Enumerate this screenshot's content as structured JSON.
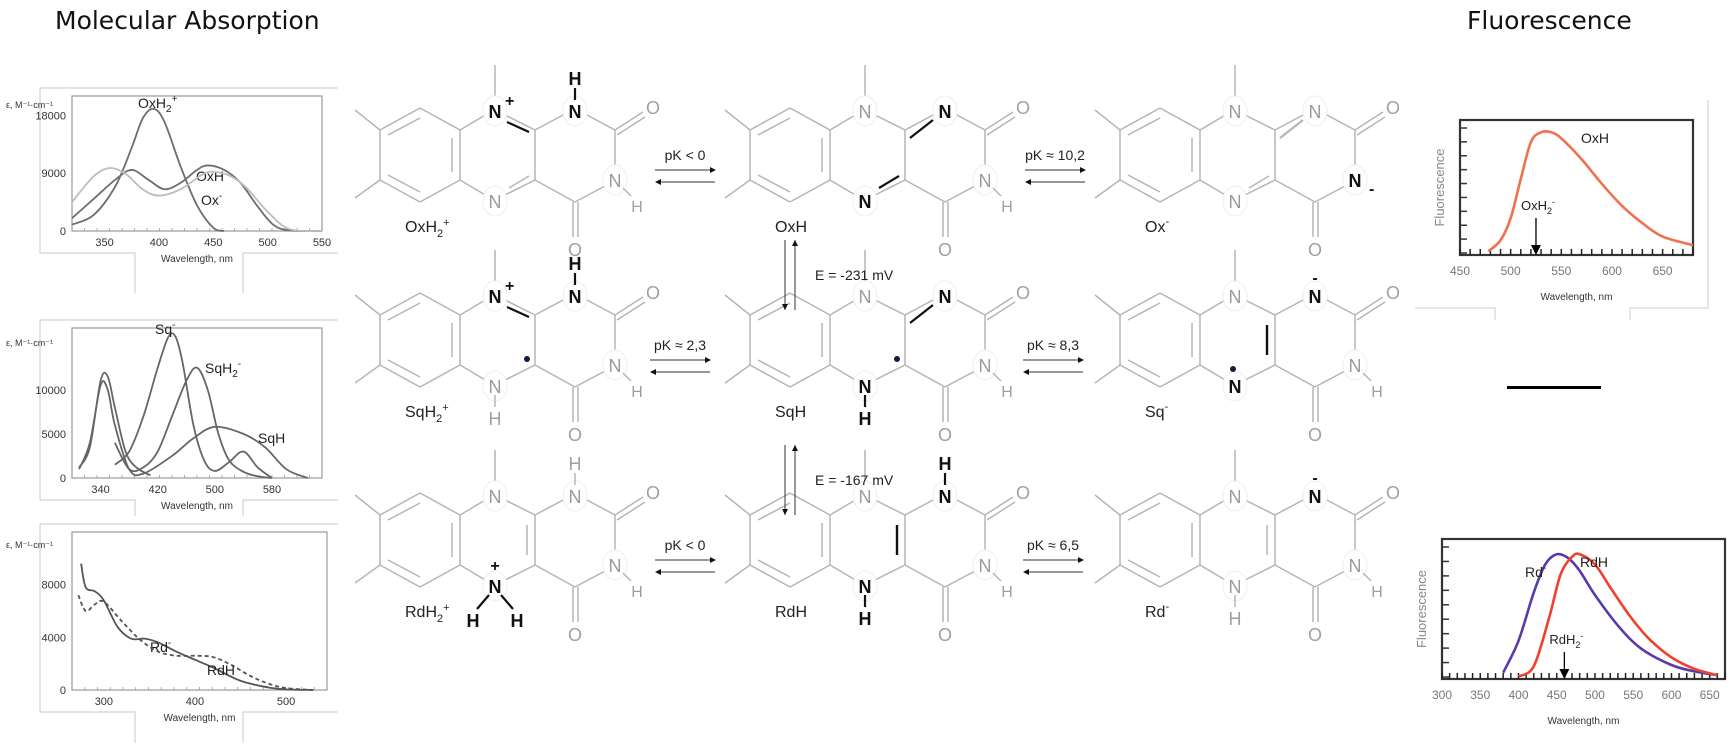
{
  "titles": {
    "absorption": "Molecular Absorption",
    "fluorescence": "Fluorescence"
  },
  "structures": [
    {
      "id": "OxH2+",
      "label": "OxH₂⁺",
      "label_base": "OxH",
      "label_sub": "2",
      "label_sup": "+"
    },
    {
      "id": "OxH",
      "label": "OxH",
      "label_base": "OxH",
      "label_sub": "",
      "label_sup": ""
    },
    {
      "id": "Ox-",
      "label": "Ox⁻",
      "label_base": "Ox",
      "label_sub": "",
      "label_sup": "-"
    },
    {
      "id": "SqH2+",
      "label": "SqH₂⁺",
      "label_base": "SqH",
      "label_sub": "2",
      "label_sup": "+"
    },
    {
      "id": "SqH",
      "label": "SqH",
      "label_base": "SqH",
      "label_sub": "",
      "label_sup": ""
    },
    {
      "id": "Sq-",
      "label": "Sq⁻",
      "label_base": "Sq",
      "label_sub": "",
      "label_sup": "-"
    },
    {
      "id": "RdH2+",
      "label": "RdH₂⁺",
      "label_base": "RdH",
      "label_sub": "2",
      "label_sup": "+"
    },
    {
      "id": "RdH",
      "label": "RdH",
      "label_base": "RdH",
      "label_sub": "",
      "label_sup": ""
    },
    {
      "id": "Rd-",
      "label": "Rd⁻",
      "label_base": "Rd",
      "label_sub": "",
      "label_sup": "-"
    }
  ],
  "equilibria": {
    "row1_left": "pK < 0",
    "row1_right": "pK ≈ 10,2",
    "row2_left": "pK ≈ 2,3",
    "row2_right": "pK ≈ 8,3",
    "row3_left": "pK < 0",
    "row3_right": "pK ≈ 6,5",
    "redox_ox_sq": "E = -231 mV",
    "redox_sq_rd": "E = -167 mV"
  },
  "atoms": {
    "N": "N",
    "H": "H",
    "O": "O",
    "plus": "+",
    "minus": "-"
  },
  "chart_data": [
    {
      "id": "absorption-ox",
      "type": "line",
      "title": "",
      "xlabel": "Wavelength, nm",
      "ylabel": "ε, M⁻¹·cm⁻¹",
      "xlim": [
        320,
        550
      ],
      "ylim": [
        0,
        21000
      ],
      "xticks": [
        350,
        400,
        450,
        500,
        550
      ],
      "yticks": [
        0,
        9000,
        18000
      ],
      "series": [
        {
          "name": "OxH2+",
          "label": "OxH₂⁺",
          "color": "#6e6e6e",
          "x": [
            320,
            340,
            360,
            375,
            385,
            395,
            405,
            420,
            435,
            450,
            460
          ],
          "y": [
            1000,
            2500,
            7000,
            13000,
            17500,
            19000,
            17000,
            10000,
            4000,
            500,
            0
          ]
        },
        {
          "name": "OxH",
          "label": "OxH",
          "color": "#6e6e6e",
          "x": [
            320,
            340,
            360,
            375,
            390,
            405,
            420,
            435,
            445,
            460,
            475,
            490,
            505,
            520,
            550
          ],
          "y": [
            2000,
            5000,
            8000,
            9500,
            8000,
            6500,
            7500,
            9500,
            10200,
            9500,
            7500,
            4000,
            1000,
            100,
            0
          ]
        },
        {
          "name": "Ox-",
          "label": "Ox⁻",
          "color": "#bdbdbd",
          "x": [
            320,
            340,
            355,
            370,
            385,
            400,
            420,
            440,
            450,
            465,
            480,
            500,
            520,
            550
          ],
          "y": [
            4500,
            8500,
            9800,
            8800,
            6500,
            5500,
            6500,
            8800,
            9200,
            8600,
            6800,
            3000,
            300,
            0
          ]
        }
      ]
    },
    {
      "id": "absorption-sq",
      "type": "line",
      "title": "",
      "xlabel": "Wavelength, nm",
      "ylabel": "ε, M⁻¹·cm⁻¹",
      "xlim": [
        300,
        650
      ],
      "ylim": [
        0,
        17000
      ],
      "xticks": [
        340,
        420,
        500,
        580
      ],
      "yticks": [
        0,
        5000,
        10000
      ],
      "series": [
        {
          "name": "Sq-",
          "label": "Sq⁻",
          "color": "#666666",
          "x": [
            360,
            380,
            400,
            420,
            435,
            445,
            455,
            470,
            485,
            500,
            520,
            540,
            560,
            580
          ],
          "y": [
            1500,
            3000,
            7000,
            12500,
            16000,
            16000,
            13000,
            6000,
            2000,
            800,
            1800,
            3000,
            1200,
            0
          ]
        },
        {
          "name": "SqH2-",
          "label": "SqH₂⁻",
          "color": "#666666",
          "x": [
            360,
            380,
            400,
            420,
            440,
            460,
            475,
            490,
            505,
            520,
            540,
            560,
            580
          ],
          "y": [
            4000,
            1000,
            1200,
            3000,
            7000,
            11000,
            12500,
            10000,
            5000,
            2000,
            700,
            200,
            0
          ]
        },
        {
          "name": "SqH",
          "label": "SqH",
          "color": "#666666",
          "x": [
            310,
            325,
            340,
            350,
            360,
            380,
            400,
            440,
            470,
            500,
            540,
            570,
            600,
            630
          ],
          "y": [
            1000,
            4000,
            10500,
            10000,
            6000,
            1000,
            500,
            2500,
            4500,
            5800,
            5000,
            3500,
            1000,
            0
          ]
        },
        {
          "name": "Sq-extra",
          "label": "",
          "color": "#666666",
          "x": [
            310,
            325,
            340,
            350,
            360,
            375,
            390,
            410
          ],
          "y": [
            1200,
            3500,
            11000,
            11500,
            8000,
            3000,
            1200,
            300
          ]
        }
      ]
    },
    {
      "id": "absorption-rd",
      "type": "line",
      "title": "",
      "xlabel": "Wavelength, nm",
      "ylabel": "ε, M⁻¹·cm⁻¹",
      "xlim": [
        265,
        545
      ],
      "ylim": [
        0,
        12000
      ],
      "xticks": [
        300,
        400,
        500
      ],
      "yticks": [
        0,
        4000,
        8000
      ],
      "series": [
        {
          "name": "Rd-",
          "label": "Rd⁻",
          "color": "#555555",
          "dash": false,
          "x": [
            275,
            280,
            290,
            300,
            315,
            330,
            345,
            360,
            380,
            400,
            420,
            450,
            480,
            500,
            530
          ],
          "y": [
            9600,
            7800,
            7500,
            6800,
            4800,
            3900,
            3900,
            3600,
            2900,
            2300,
            1700,
            700,
            200,
            50,
            0
          ]
        },
        {
          "name": "RdH",
          "label": "RdH",
          "color": "#555555",
          "dash": true,
          "x": [
            272,
            280,
            290,
            300,
            320,
            340,
            360,
            380,
            400,
            420,
            440,
            460,
            480,
            500,
            530
          ],
          "y": [
            7200,
            6000,
            6500,
            6700,
            5200,
            3800,
            2900,
            2600,
            2600,
            2500,
            1900,
            1100,
            500,
            150,
            0
          ]
        }
      ]
    },
    {
      "id": "fluorescence-ox",
      "type": "line",
      "title": "",
      "xlabel": "Wavelength, nm",
      "ylabel": "Fluorescence",
      "xlim": [
        450,
        680
      ],
      "ylim": [
        0,
        1.1
      ],
      "xticks": [
        450,
        500,
        550,
        600,
        650
      ],
      "annotations": [
        {
          "text": "OxH₂⁺",
          "x": 525,
          "arrow": true
        }
      ],
      "series": [
        {
          "name": "OxH",
          "label": "OxH",
          "color": "#f07050",
          "x": [
            478,
            490,
            500,
            510,
            520,
            530,
            540,
            550,
            570,
            590,
            610,
            630,
            650,
            680
          ],
          "y": [
            0.03,
            0.12,
            0.3,
            0.62,
            0.92,
            1.0,
            1.0,
            0.95,
            0.78,
            0.58,
            0.4,
            0.26,
            0.15,
            0.08
          ]
        }
      ]
    },
    {
      "id": "fluorescence-rd",
      "type": "line",
      "title": "",
      "xlabel": "Wavelength, nm",
      "ylabel": "Fluorescence",
      "xlim": [
        300,
        670
      ],
      "ylim": [
        0,
        1.1
      ],
      "xticks": [
        300,
        350,
        400,
        450,
        500,
        550,
        600,
        650
      ],
      "annotations": [
        {
          "text": "RdH₂⁺",
          "x": 460,
          "arrow": true
        }
      ],
      "series": [
        {
          "name": "Rd-",
          "label": "Rd⁻",
          "color": "#5a3aa8",
          "x": [
            380,
            400,
            420,
            435,
            450,
            465,
            480,
            500,
            530,
            560,
            600,
            630,
            660
          ],
          "y": [
            0.05,
            0.3,
            0.68,
            0.9,
            0.98,
            0.95,
            0.85,
            0.66,
            0.42,
            0.24,
            0.11,
            0.06,
            0.03
          ]
        },
        {
          "name": "RdH",
          "label": "RdH",
          "color": "#f04030",
          "x": [
            400,
            420,
            440,
            455,
            470,
            480,
            500,
            520,
            545,
            570,
            600,
            630,
            660
          ],
          "y": [
            0.02,
            0.1,
            0.48,
            0.82,
            0.96,
            0.98,
            0.9,
            0.72,
            0.5,
            0.32,
            0.17,
            0.08,
            0.03
          ]
        }
      ]
    }
  ]
}
